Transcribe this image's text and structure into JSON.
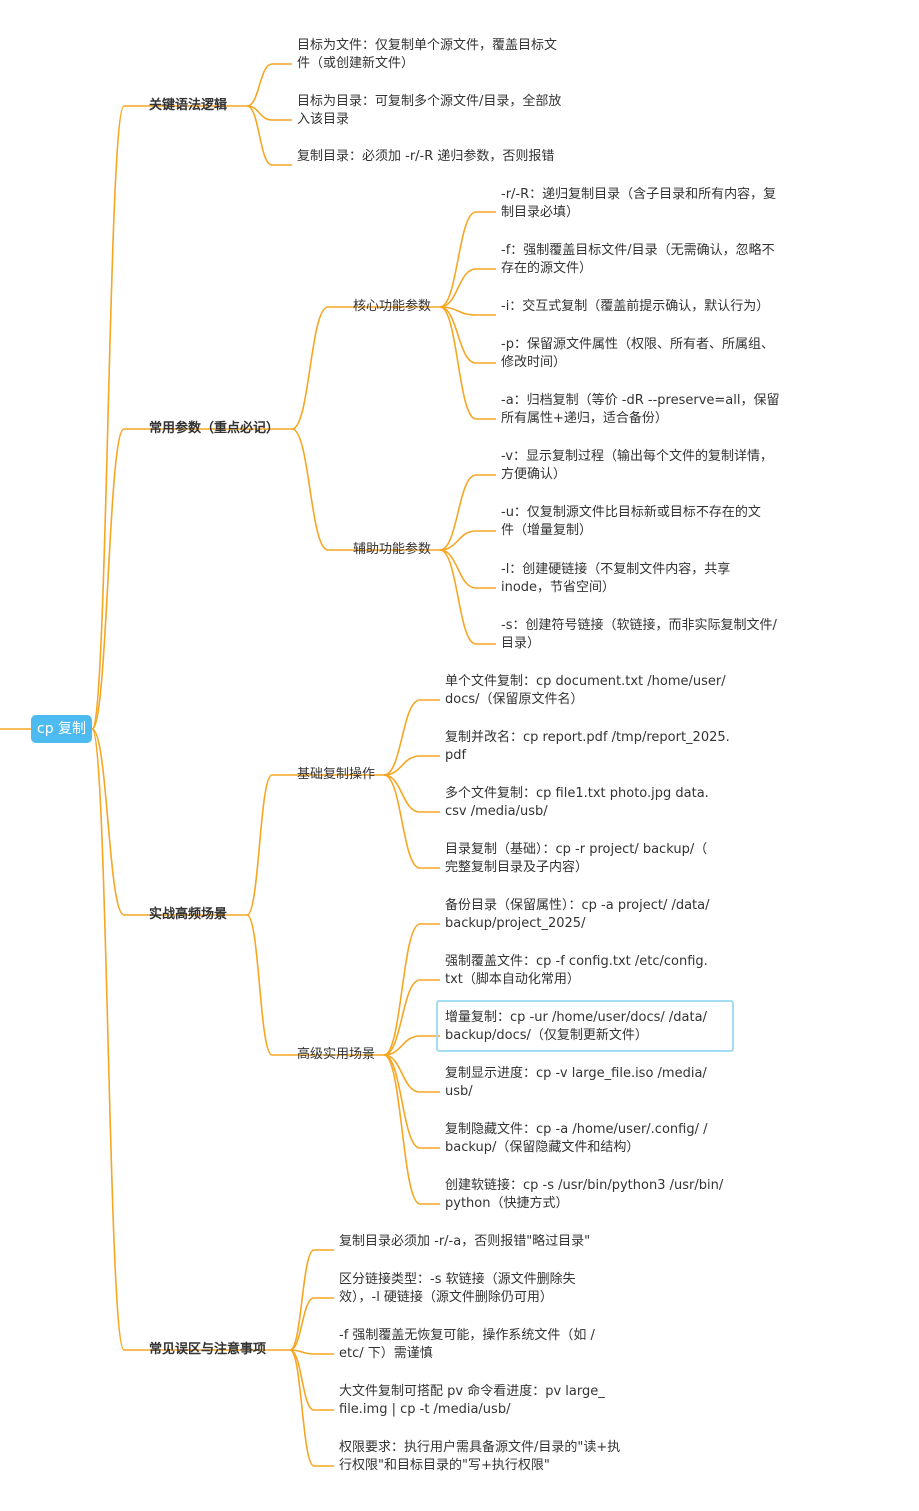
{
  "root": {
    "label": "cp 复制"
  },
  "colors": {
    "branch": "#f5a623",
    "root_bg": "#4dbbef",
    "highlight": "#a4dcf4"
  },
  "branches": [
    {
      "label": "关键语法逻辑",
      "leaves": [
        {
          "lines": [
            "目标为文件：仅复制单个源文件，覆盖目标文",
            "件（或创建新文件）"
          ]
        },
        {
          "lines": [
            "目标为目录：可复制多个源文件/目录，全部放",
            "入该目录"
          ]
        },
        {
          "lines": [
            "复制目录：必须加 -r/-R 递归参数，否则报错"
          ]
        }
      ]
    },
    {
      "label": "常用参数（重点必记）",
      "children": [
        {
          "label": "核心功能参数",
          "leaves": [
            {
              "lines": [
                "-r/-R：递归复制目录（含子目录和所有内容，复",
                "制目录必填）"
              ]
            },
            {
              "lines": [
                "-f：强制覆盖目标文件/目录（无需确认，忽略不",
                "存在的源文件）"
              ]
            },
            {
              "lines": [
                "-i：交互式复制（覆盖前提示确认，默认行为）"
              ]
            },
            {
              "lines": [
                "-p：保留源文件属性（权限、所有者、所属组、",
                "修改时间）"
              ]
            },
            {
              "lines": [
                "-a：归档复制（等价 -dR --preserve=all，保留",
                "所有属性+递归，适合备份）"
              ]
            }
          ]
        },
        {
          "label": "辅助功能参数",
          "leaves": [
            {
              "lines": [
                "-v：显示复制过程（输出每个文件的复制详情，",
                "方便确认）"
              ]
            },
            {
              "lines": [
                "-u：仅复制源文件比目标新或目标不存在的文",
                "件（增量复制）"
              ]
            },
            {
              "lines": [
                "-l：创建硬链接（不复制文件内容，共享",
                "inode，节省空间）"
              ]
            },
            {
              "lines": [
                "-s：创建符号链接（软链接，而非实际复制文件/",
                "目录）"
              ]
            }
          ]
        }
      ]
    },
    {
      "label": "实战高频场景",
      "children": [
        {
          "label": "基础复制操作",
          "leaves": [
            {
              "lines": [
                "单个文件复制：cp document.txt /home/user/",
                "docs/（保留原文件名）"
              ]
            },
            {
              "lines": [
                "复制并改名：cp report.pdf /tmp/report_2025.",
                "pdf"
              ]
            },
            {
              "lines": [
                "多个文件复制：cp file1.txt photo.jpg data.",
                "csv /media/usb/"
              ]
            },
            {
              "lines": [
                "目录复制（基础）：cp -r project/ backup/（",
                "完整复制目录及子内容）"
              ]
            }
          ]
        },
        {
          "label": "高级实用场景",
          "leaves": [
            {
              "lines": [
                "备份目录（保留属性）：cp -a project/ /data/",
                "backup/project_2025/"
              ]
            },
            {
              "lines": [
                "强制覆盖文件：cp -f config.txt /etc/config.",
                "txt（脚本自动化常用）"
              ]
            },
            {
              "lines": [
                "增量复制：cp -ur /home/user/docs/ /data/",
                "backup/docs/（仅复制更新文件）"
              ]
            },
            {
              "lines": [
                "复制显示进度：cp -v large_file.iso /media/",
                "usb/"
              ]
            },
            {
              "lines": [
                "复制隐藏文件：cp -a /home/user/.config/ /",
                "backup/（保留隐藏文件和结构）"
              ]
            },
            {
              "lines": [
                "创建软链接：cp -s /usr/bin/python3 /usr/bin/",
                "python（快捷方式）"
              ]
            }
          ]
        }
      ]
    },
    {
      "label": "常见误区与注意事项",
      "leaves": [
        {
          "lines": [
            "复制目录必须加 -r/-a，否则报错\"略过目录\""
          ]
        },
        {
          "lines": [
            "区分链接类型：-s 软链接（源文件删除失",
            "效），-l 硬链接（源文件删除仍可用）"
          ]
        },
        {
          "lines": [
            "-f 强制覆盖无恢复可能，操作系统文件（如 /",
            "etc/ 下）需谨慎"
          ]
        },
        {
          "lines": [
            "大文件复制可搭配 pv 命令看进度：pv large_",
            "file.img | cp -t /media/usb/"
          ]
        },
        {
          "lines": [
            "权限要求：执行用户需具备源文件/目录的\"读+执",
            "行权限\"和目标目录的\"写+执行权限\""
          ]
        }
      ]
    }
  ]
}
